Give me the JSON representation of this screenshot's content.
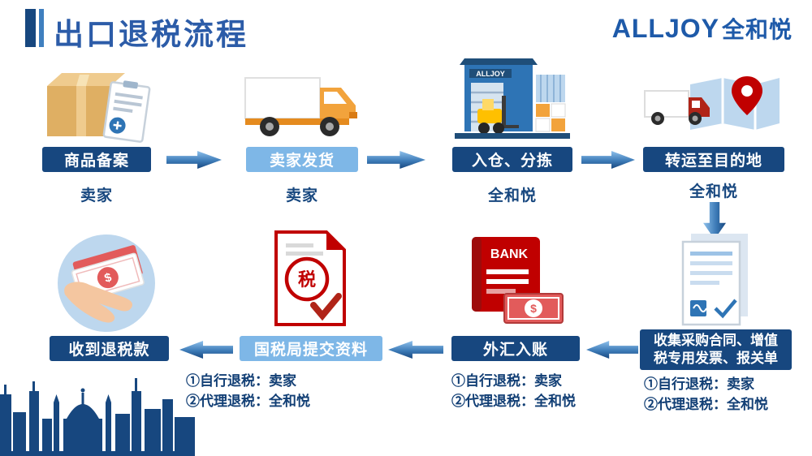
{
  "colors": {
    "primary_dark_blue": "#17477F",
    "primary_light_blue": "#7EB7E7",
    "title_blue": "#2C5CA8",
    "accent_red": "#C00000",
    "accent_orange": "#F2A33C"
  },
  "header": {
    "title": "出口退税流程",
    "logo_en": "ALLJOY",
    "logo_cn": "全和悦"
  },
  "steps_top": [
    {
      "label": "商品备案",
      "actor": "卖家"
    },
    {
      "label": "卖家发货",
      "actor": "卖家"
    },
    {
      "label": "入仓、分拣",
      "actor": "全和悦"
    },
    {
      "label": "转运至目的地",
      "actor": "全和悦"
    }
  ],
  "steps_bottom": [
    {
      "label": "收到退税款"
    },
    {
      "label": "国税局提交资料",
      "notes": [
        "①自行退税：卖家",
        "②代理退税：全和悦"
      ]
    },
    {
      "label": "外汇入账",
      "notes": [
        "①自行退税：卖家",
        "②代理退税：全和悦"
      ]
    },
    {
      "label": "收集采购合同、增值税专用发票、报关单",
      "notes": [
        "①自行退税：卖家",
        "②代理退税：全和悦"
      ]
    }
  ],
  "icon_texts": {
    "warehouse_sign": "ALLJOY",
    "bank_label": "BANK",
    "tax_seal": "税",
    "currency": "$"
  }
}
